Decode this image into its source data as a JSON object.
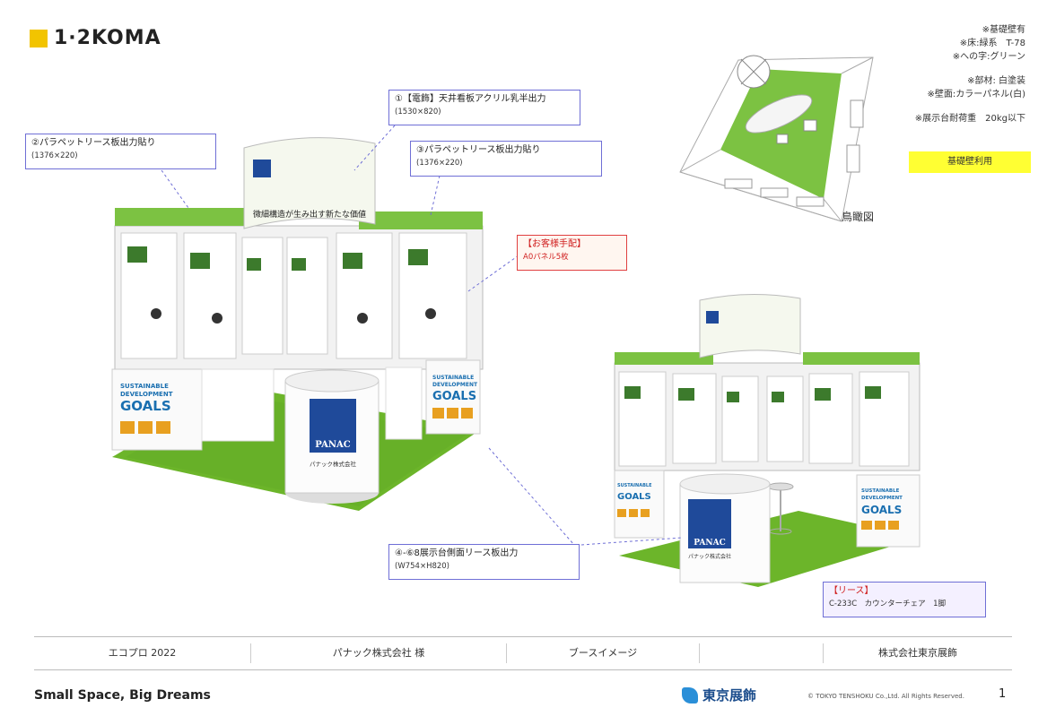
{
  "logo": {
    "text": "1·2KOMA"
  },
  "callouts": {
    "c1": {
      "title": "①【電飾】天井看板アクリル乳半出力",
      "size": "(1530×820)"
    },
    "c2": {
      "title": "②パラペットリース板出力貼り",
      "size": "(1376×220)"
    },
    "c3": {
      "title": "③パラペットリース板出力貼り",
      "size": "(1376×220)"
    },
    "customer": {
      "title": "【お客様手配】",
      "detail": "A0パネル5枚"
    },
    "c4": {
      "title": "④-⑥8展示台側面リース板出力",
      "size": "(W754×H820)"
    },
    "lease": {
      "title": "【リース】",
      "detail": "C-233C　カウンターチェア　1脚"
    }
  },
  "notes": [
    "※基礎壁有",
    "※床:緑系　T-78",
    "※への字:グリーン",
    "※部材: 白塗装",
    "※壁面:カラーパネル(白)",
    "※展示台耐荷重　20kg以下"
  ],
  "badge": {
    "text": "基礎壁利用"
  },
  "birdseye": {
    "label": "鳥瞰図"
  },
  "booth": {
    "sdg_line1": "SUSTAINABLE",
    "sdg_line2": "DEVELOPMENT",
    "sdg_line3": "GOALS",
    "panac": "PANAC",
    "company_small": "パナック株式会社",
    "sign_text": "微細構造が生み出す新たな価値"
  },
  "footer": {
    "cells": [
      "エコプロ 2022",
      "パナック株式会社 様",
      "ブースイメージ",
      "",
      "株式会社東京展飾"
    ]
  },
  "slogan": "Small Space, Big Dreams",
  "brand": "東京展飾",
  "copyright": "© TOKYO TENSHOKU Co.,Ltd. All Rights Reserved.",
  "page_number": "1",
  "colors": {
    "accent_yellow": "#f2c400",
    "floor_green": "#6cb52a",
    "callout_border": "#6f6fd6",
    "panac_blue": "#1f4a9a",
    "brand_blue": "#2a8fd8"
  }
}
